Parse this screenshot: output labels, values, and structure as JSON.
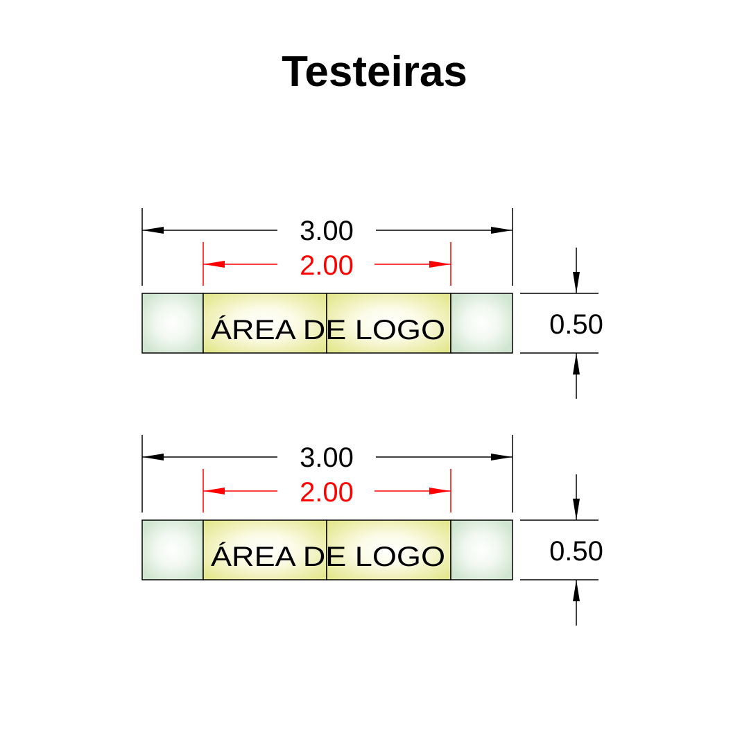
{
  "title": "Testeiras",
  "colors": {
    "dimension_black": "#000000",
    "dimension_red": "#ff0000",
    "side_panel_fill": "#d3e8d3",
    "logo_panel_fill": "#e8ea9e"
  },
  "drawings": [
    {
      "overall_width_label": "3.00",
      "logo_width_label": "2.00",
      "height_label": "0.50",
      "logo_area_label": "ÁREA DE LOGO"
    },
    {
      "overall_width_label": "3.00",
      "logo_width_label": "2.00",
      "height_label": "0.50",
      "logo_area_label": "ÁREA DE LOGO"
    }
  ]
}
